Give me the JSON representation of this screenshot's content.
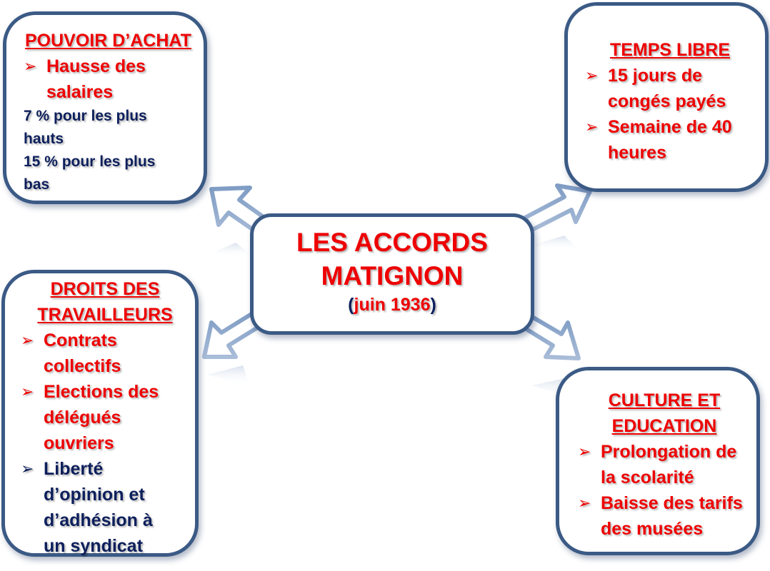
{
  "center": {
    "title_line1": "LES ACCORDS",
    "title_line2": "MATIGNON",
    "date_open": "(",
    "date": "juin 1936",
    "date_close": ")"
  },
  "pouvoir": {
    "title": "POUVOIR D’ACHAT",
    "item1_line1": "Hausse des",
    "item1_line2": "salaires",
    "detail1_line1": "7 % pour les plus",
    "detail1_line2": "hauts",
    "detail2_line1": "15 % pour les plus",
    "detail2_line2": "bas"
  },
  "temps": {
    "title": "TEMPS LIBRE",
    "item1_line1": "15 jours de",
    "item1_line2": "congés payés",
    "item2_line1": "Semaine de 40",
    "item2_line2": "heures"
  },
  "droits": {
    "title_line1": "DROITS DES",
    "title_line2": "TRAVAILLEURS",
    "item1_line1": "Contrats",
    "item1_line2": "collectifs",
    "item2_line1": "Elections des",
    "item2_line2": "délégués",
    "item2_line3": "ouvriers",
    "item3_line1": "Liberté",
    "item3_line2": "d’opinion et",
    "item3_line3": "d’adhésion à",
    "item3_line4": "un syndicat"
  },
  "culture": {
    "title_line1": "CULTURE ET",
    "title_line2": "EDUCATION",
    "item1_line1": "Prolongation de",
    "item1_line2": "la scolarité",
    "item2_line1": "Baisse des tarifs",
    "item2_line2": "des musées"
  },
  "bullet_glyph": "➢",
  "colors": {
    "accent": "#ee0000",
    "navy": "#0d1f5c",
    "border": "#3b5a85",
    "arrow": "#8aa3c6"
  },
  "icons": [
    "arrow-up-left-icon",
    "arrow-up-right-icon",
    "arrow-down-left-icon",
    "arrow-down-right-icon",
    "bullet-arrow-icon"
  ]
}
